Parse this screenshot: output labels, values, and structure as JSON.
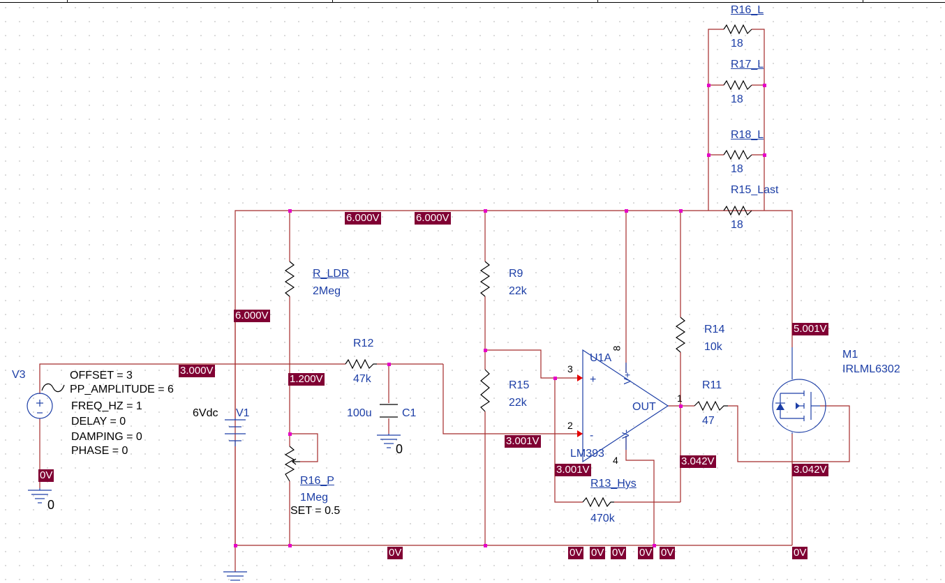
{
  "components": {
    "r16l": {
      "name": "R16_L",
      "value": "18"
    },
    "r17l": {
      "name": "R17_L",
      "value": "18"
    },
    "r18l": {
      "name": "R18_L",
      "value": "18"
    },
    "r15last": {
      "name": "R15_Last",
      "value": "18"
    },
    "rldr": {
      "name": "R_LDR",
      "value": "2Meg"
    },
    "r9": {
      "name": "R9",
      "value": "22k"
    },
    "r14": {
      "name": "R14",
      "value": "10k"
    },
    "r12": {
      "name": "R12",
      "value": "47k"
    },
    "r15": {
      "name": "R15",
      "value": "22k"
    },
    "r11": {
      "name": "R11",
      "value": "47"
    },
    "r13": {
      "name": "R13_Hys",
      "value": "470k"
    },
    "r16p": {
      "name": "R16_P",
      "value": "1Meg",
      "set": "SET = 0.5"
    },
    "c1": {
      "name": "C1",
      "value": "100u"
    },
    "v1": {
      "name": "V1",
      "value": "6Vdc"
    },
    "u1": {
      "name": "U1A",
      "part": "LM393",
      "out": "OUT",
      "plus": "+",
      "minus": "-",
      "pin3": "3",
      "pin2": "2",
      "pin1": "1",
      "pin8": "8",
      "pin4": "4",
      "vplus": "V+",
      "vminus": "V-"
    },
    "m1": {
      "name": "M1",
      "part": "IRLML6302"
    },
    "v3": {
      "name": "V3",
      "params": [
        "OFFSET = 3",
        "PP_AMPLITUDE = 6",
        "FREQ_HZ = 1",
        "DELAY = 0",
        "DAMPING = 0",
        "PHASE = 0"
      ]
    }
  },
  "ground_labels": {
    "v3": "0",
    "c1": "0"
  },
  "voltages": {
    "rail_a": "6.000V",
    "rail_b": "6.000V",
    "v1_top": "6.000V",
    "v3_out": "3.000V",
    "ldr_mid": "1.200V",
    "inv_in": "3.001V",
    "hys_in": "3.001V",
    "out_node": "3.042V",
    "gate": "3.042V",
    "mos_drain": "5.001V",
    "v3_gnd": "0V",
    "gnd_1": "0V",
    "gnd_2": "0V",
    "gnd_3": "0V",
    "gnd_4": "0V",
    "gnd_5": "0V",
    "gnd_6": "0V",
    "gnd_7": "0V"
  },
  "colors": {
    "wire": "#a52a2a",
    "label": "#1c3ea6",
    "voltage_box": "#800033",
    "junction": "#e600c8"
  }
}
